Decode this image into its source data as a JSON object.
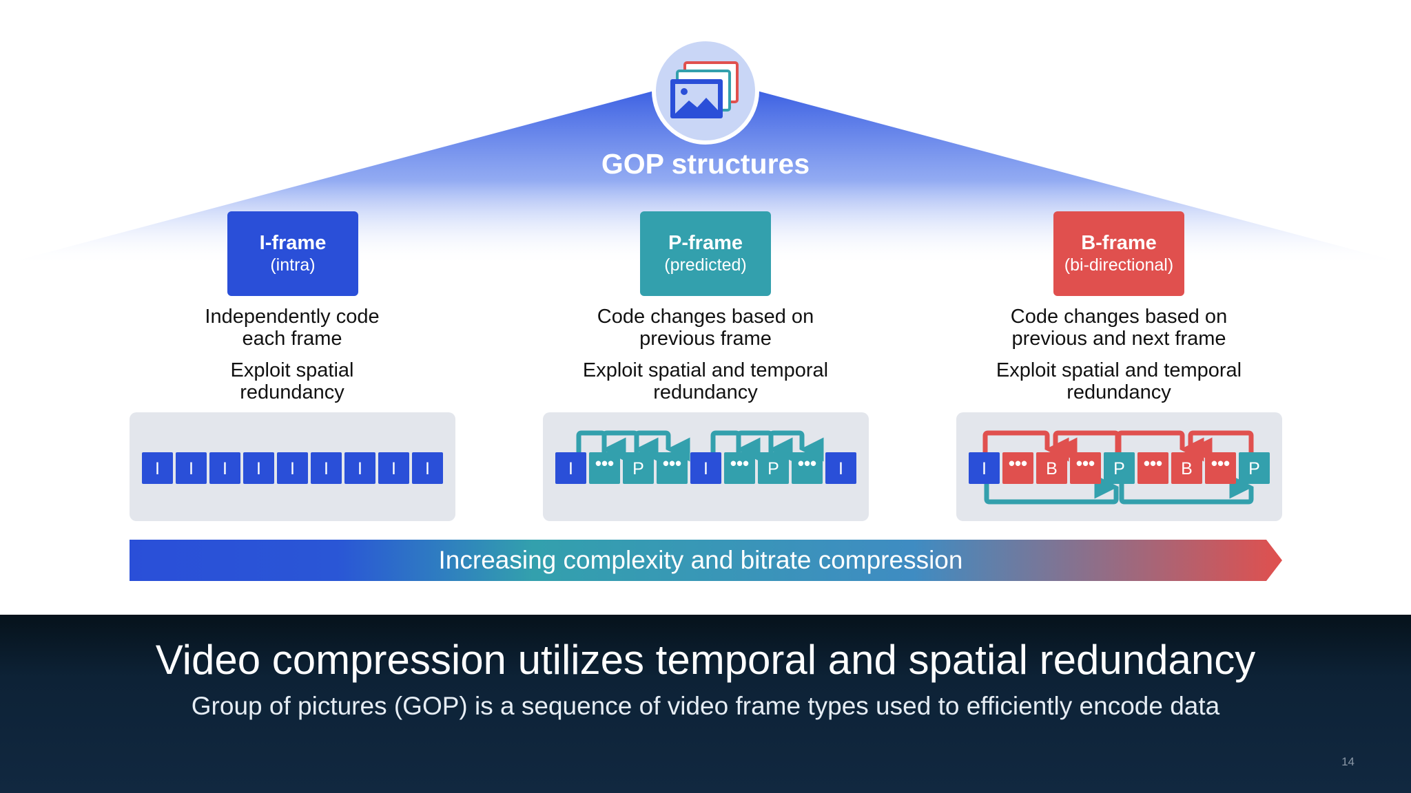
{
  "header": {
    "title": "GOP structures",
    "icon": "image-stack-icon"
  },
  "frame_types": [
    {
      "id": "i",
      "name": "I-frame",
      "subtitle": "(intra)",
      "color": "#2a4fd8",
      "description": "Independently code each frame",
      "exploit": "Exploit spatial redundancy"
    },
    {
      "id": "p",
      "name": "P-frame",
      "subtitle": "(predicted)",
      "color": "#33a0ad",
      "description": "Code changes based on previous frame",
      "exploit": "Exploit spatial and temporal redundancy"
    },
    {
      "id": "b",
      "name": "B-frame",
      "subtitle": "(bi-directional)",
      "color": "#e0504e",
      "description": "Code changes based on previous and next frame",
      "exploit": "Exploit spatial and temporal redundancy"
    }
  ],
  "sequences": {
    "i": [
      "I",
      "I",
      "I",
      "I",
      "I",
      "I",
      "I",
      "I",
      "I"
    ],
    "p": [
      "I",
      "...",
      "P",
      "...",
      "I",
      "...",
      "P",
      "...",
      "I"
    ],
    "b": [
      "I",
      "...",
      "B",
      "...",
      "P",
      "...",
      "B",
      "...",
      "P"
    ]
  },
  "arrow_banner": {
    "label": "Increasing complexity and bitrate compression",
    "start_color": "#2a4fd8",
    "mid_color": "#33a0ad",
    "end_color": "#e0504e"
  },
  "footer": {
    "headline": "Video compression utilizes temporal and spatial redundancy",
    "subline": "Group of pictures (GOP) is a sequence of video frame types used to efficiently encode data",
    "page_number": "14"
  }
}
